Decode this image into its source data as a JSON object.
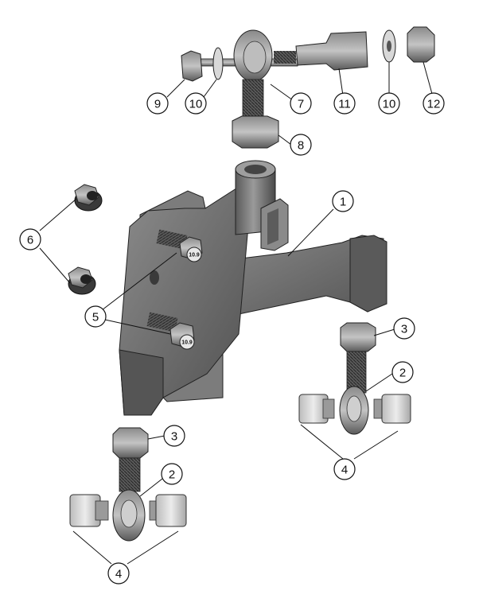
{
  "callouts": {
    "c1": "1",
    "c2a": "2",
    "c2b": "2",
    "c3a": "3",
    "c3b": "3",
    "c4a": "4",
    "c4b": "4",
    "c5": "5",
    "c6": "6",
    "c7": "7",
    "c8": "8",
    "c9": "9",
    "c10a": "10",
    "c10b": "10",
    "c11": "11",
    "c12": "12"
  },
  "bolt_grades": {
    "upper": "10.9",
    "lower": "10.9"
  },
  "colors": {
    "metal_dark": "#4a4a4a",
    "metal_mid": "#7a7a7a",
    "metal_light": "#c8c8c8",
    "bushing": "#d9d9d9",
    "outline": "#111111"
  }
}
